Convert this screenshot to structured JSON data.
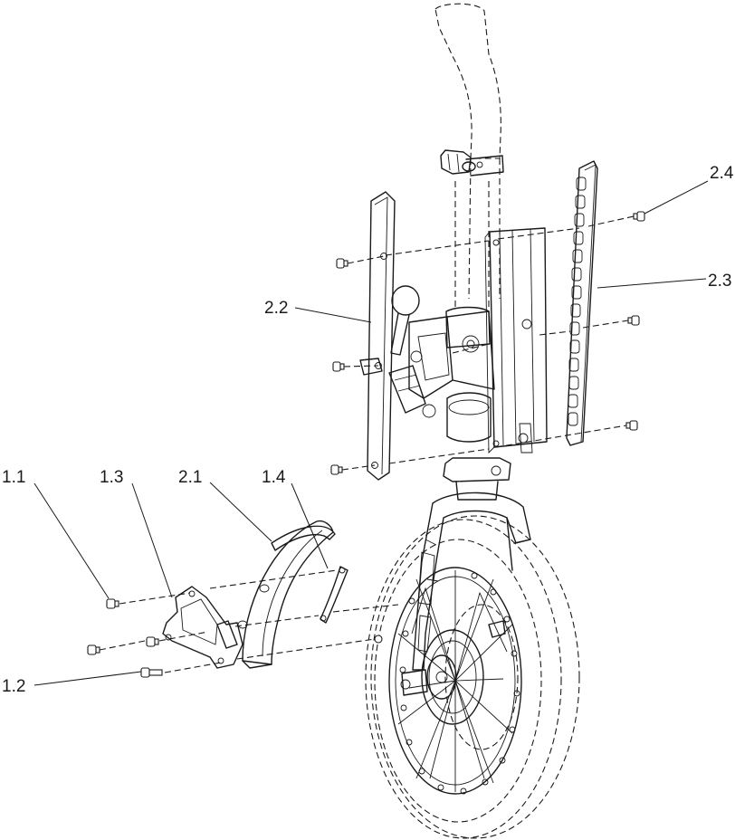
{
  "callouts": {
    "c_1_1": "1.1",
    "c_1_2": "1.2",
    "c_1_3": "1.3",
    "c_1_4": "1.4",
    "c_2_1": "2.1",
    "c_2_2": "2.2",
    "c_2_3": "2.3",
    "c_2_4": "2.4"
  }
}
